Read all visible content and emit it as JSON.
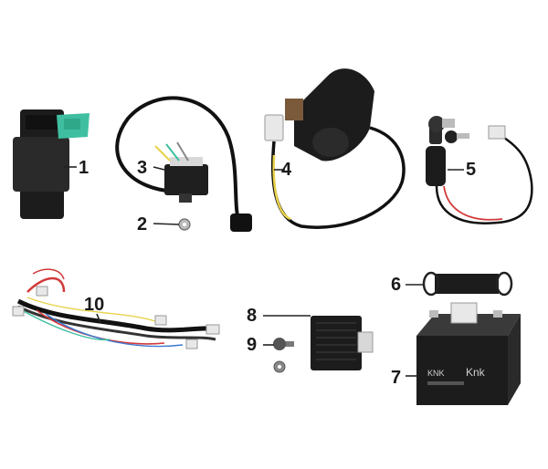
{
  "callouts": [
    {
      "id": "1",
      "label": "1"
    },
    {
      "id": "2",
      "label": "2"
    },
    {
      "id": "3",
      "label": "3"
    },
    {
      "id": "4",
      "label": "4"
    },
    {
      "id": "5",
      "label": "5"
    },
    {
      "id": "6",
      "label": "6"
    },
    {
      "id": "7",
      "label": "7"
    },
    {
      "id": "8",
      "label": "8"
    },
    {
      "id": "9",
      "label": "9"
    },
    {
      "id": "10",
      "label": "10"
    }
  ],
  "battery": {
    "brand_left": "KNK",
    "brand_right": "Knk"
  },
  "colors": {
    "part_black": "#1c1c1c",
    "connector_green": "#3fbfa0",
    "connector_white": "#e8e8e8",
    "wire_red": "#d23a3a",
    "wire_yellow": "#e8d24a"
  }
}
